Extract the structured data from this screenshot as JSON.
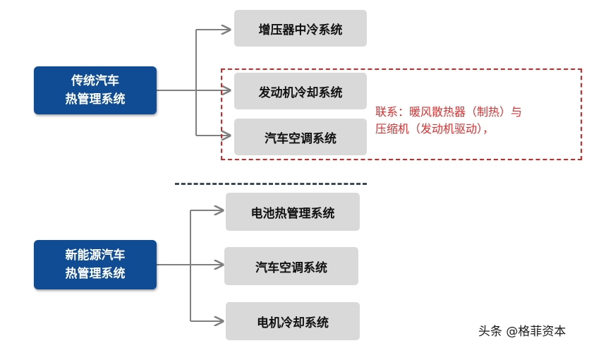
{
  "traditional": {
    "root_lines": [
      "传统汽车",
      "热管理系统"
    ],
    "leaves": [
      "增压器中冷系统",
      "发动机冷却系统",
      "汽车空调系统"
    ]
  },
  "new_energy": {
    "root_lines": [
      "新能源汽车",
      "热管理系统"
    ],
    "leaves": [
      "电池热管理系统",
      "汽车空调系统",
      "电机冷却系统"
    ]
  },
  "note_lines": [
    "联系：暖风散热器（制热）与",
    "压缩机（发动机驱动），"
  ],
  "watermark": "头条 @格菲资本",
  "colors": {
    "root_fill": "#0f4c94",
    "leaf_fill": "#d9d9d9",
    "connector": "#7f7f7f",
    "highlight": "#e02020",
    "separator": "#3c4a58"
  }
}
